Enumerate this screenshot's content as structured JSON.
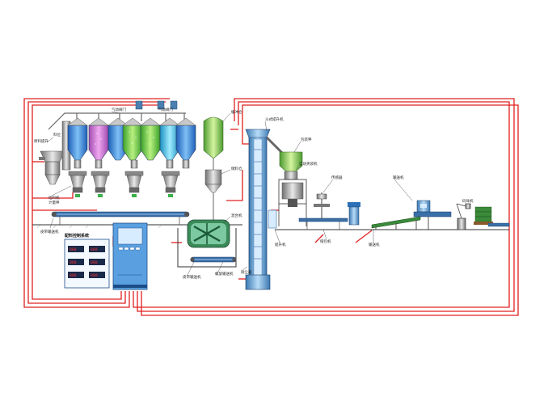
{
  "diagram": {
    "labels": {
      "raw_hopper": "原料提升",
      "feed_top": "料位",
      "pipe_top": "气动阀门",
      "dust": "除尘器",
      "silo_group": "气动阀门",
      "vertical_tank": "缓冲仓",
      "small_tank": "储料仓",
      "mixer_label": "混合机",
      "conveyor_left": "皮带输送机",
      "belt_low": "皮带输送机",
      "screw": "螺旋输送机",
      "elevator_top": "斗式提升机",
      "packer": "包装秤",
      "bag_clamp": "自动夹袋机",
      "sewing": "缝包机",
      "conveyor_right": "输送机",
      "end_conveyor": "输送机",
      "robot": "码垛机",
      "sensor": "传感器",
      "weigh_left": "给料机",
      "left_hopper": "计量秤",
      "control_cabinet": "配料控制系统",
      "elevator_low": "提升机"
    },
    "control_panel_title": "配料控制系统",
    "display_values": [
      "888",
      "888",
      "888",
      "888",
      "888",
      "888"
    ]
  },
  "colors": {
    "pipe": "#e02020",
    "silo_blue": "#3a8fe0",
    "silo_pink": "#d874d8",
    "silo_green": "#6fd84a",
    "silo_cyan": "#50c8e8",
    "tank_green": "#9ad85a",
    "machine_blue": "#6aa8d8",
    "panel_blue": "#2a70b8"
  }
}
